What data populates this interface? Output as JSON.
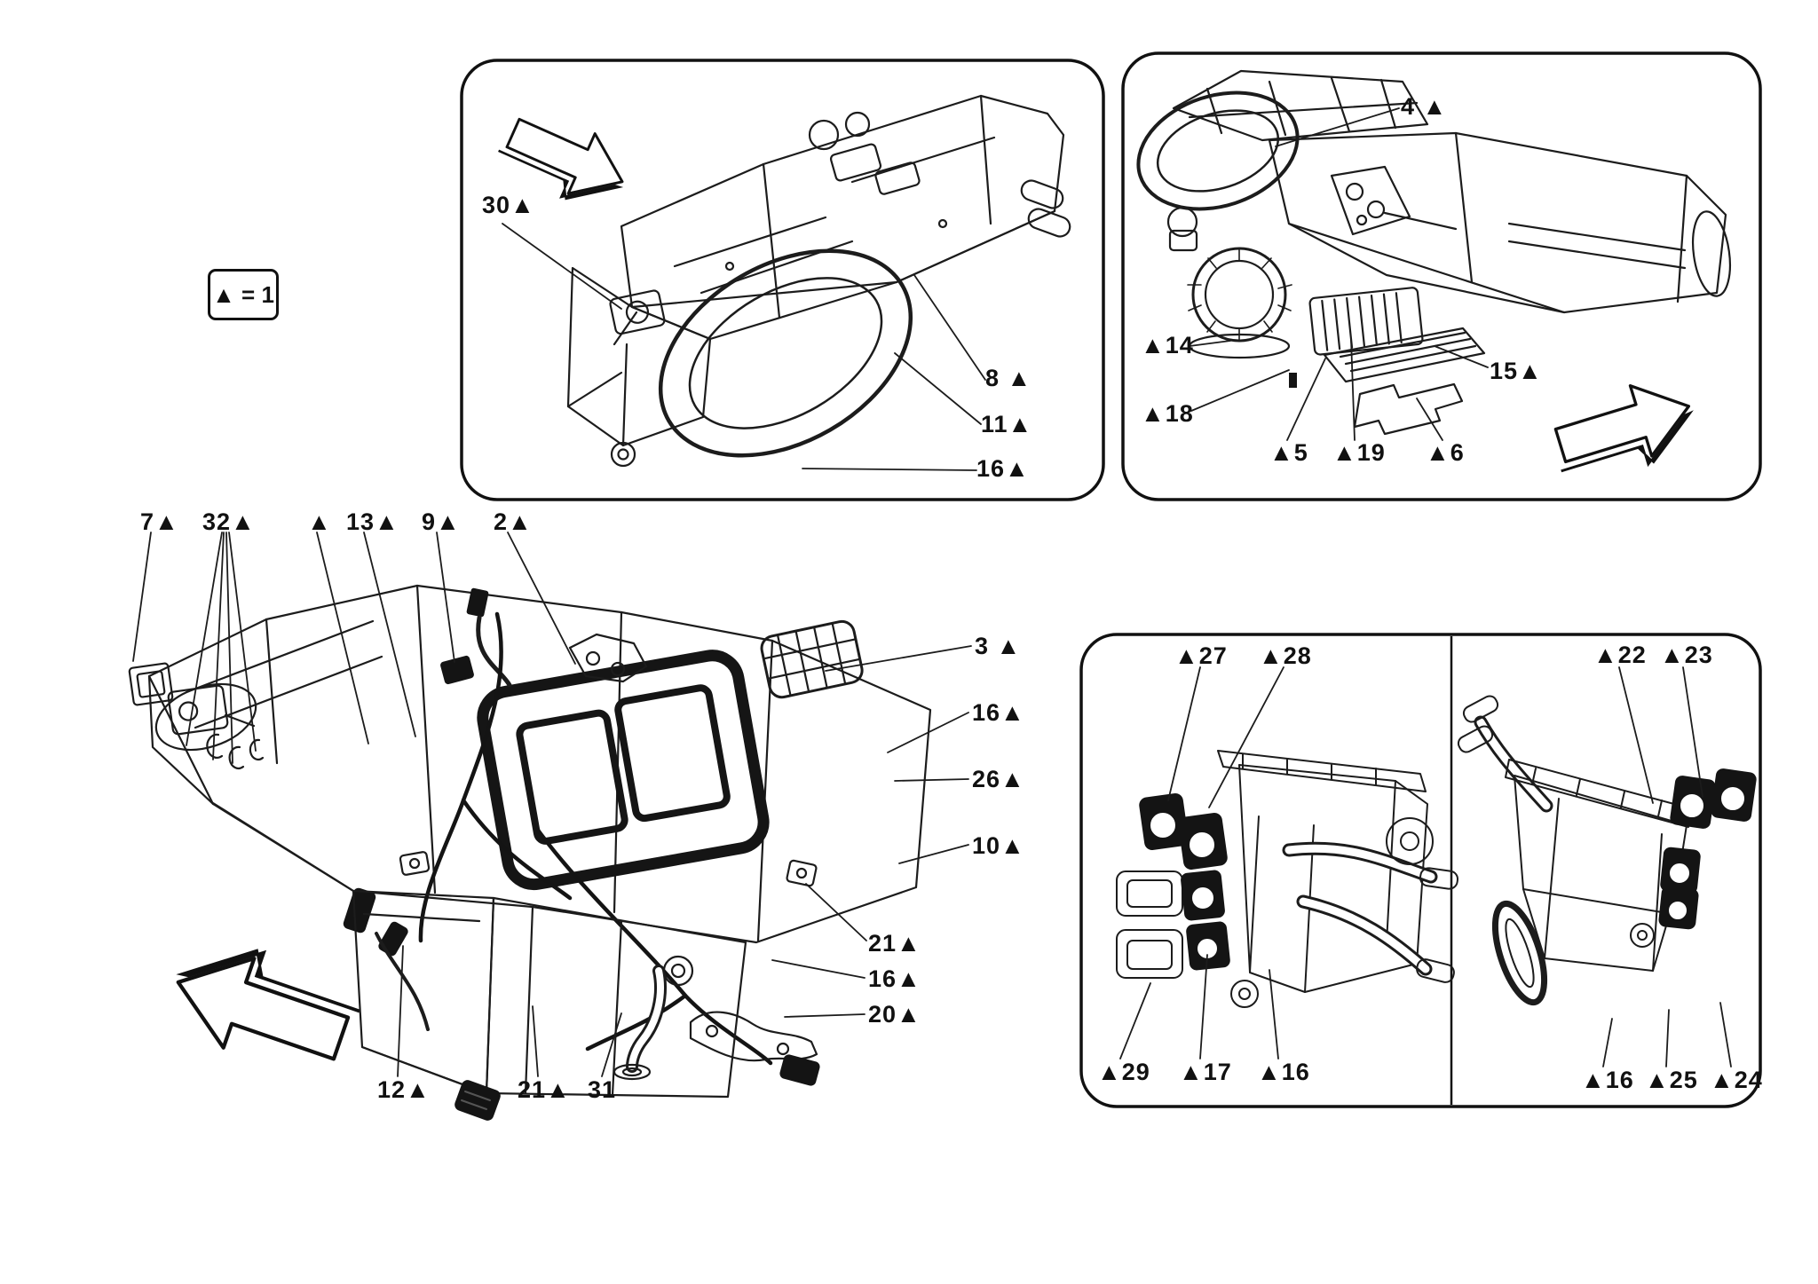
{
  "legend": {
    "text": "▲ = 1"
  },
  "colors": {
    "line": "#1c1c1c",
    "background": "#ffffff",
    "fill_dark": "#141414"
  },
  "panels": {
    "top_left": {
      "description": "evaporator-unit-assembled-view",
      "callouts": [
        {
          "id": "30",
          "text": "30▲"
        },
        {
          "id": "8",
          "text": "8 ▲"
        },
        {
          "id": "11",
          "text": "11▲"
        },
        {
          "id": "16",
          "text": "16▲"
        }
      ]
    },
    "top_right": {
      "description": "blower-and-filter-view",
      "callouts": [
        {
          "id": "4",
          "text": "4 ▲"
        },
        {
          "id": "14",
          "text": "▲14"
        },
        {
          "id": "18",
          "text": "▲18"
        },
        {
          "id": "15",
          "text": "15▲"
        },
        {
          "id": "5",
          "text": "▲5"
        },
        {
          "id": "19",
          "text": "▲19"
        },
        {
          "id": "6",
          "text": "▲6"
        }
      ]
    },
    "main": {
      "description": "exploded-evaporator-unit",
      "callouts": [
        {
          "id": "7",
          "text": "7▲"
        },
        {
          "id": "32",
          "text": "32▲"
        },
        {
          "id": "tri",
          "text": "▲"
        },
        {
          "id": "13",
          "text": "13▲"
        },
        {
          "id": "9",
          "text": "9▲"
        },
        {
          "id": "2",
          "text": "2▲"
        },
        {
          "id": "3",
          "text": "3 ▲"
        },
        {
          "id": "16a",
          "text": "16▲"
        },
        {
          "id": "26",
          "text": "26▲"
        },
        {
          "id": "10",
          "text": "10▲"
        },
        {
          "id": "21a",
          "text": "21▲"
        },
        {
          "id": "16b",
          "text": "16▲"
        },
        {
          "id": "20",
          "text": "20▲"
        },
        {
          "id": "12",
          "text": "12▲"
        },
        {
          "id": "21b",
          "text": "21▲"
        },
        {
          "id": "31",
          "text": "31"
        }
      ]
    },
    "bottom_right": {
      "description": "actuator-positions-two-views",
      "left_callouts": [
        {
          "id": "27",
          "text": "▲27"
        },
        {
          "id": "28",
          "text": "▲28"
        },
        {
          "id": "29",
          "text": "▲29"
        },
        {
          "id": "17",
          "text": "▲17"
        },
        {
          "id": "16",
          "text": "▲16"
        }
      ],
      "right_callouts": [
        {
          "id": "22",
          "text": "▲22"
        },
        {
          "id": "23",
          "text": "▲23"
        },
        {
          "id": "16",
          "text": "▲16"
        },
        {
          "id": "25",
          "text": "▲25"
        },
        {
          "id": "24",
          "text": "▲24"
        }
      ]
    }
  }
}
